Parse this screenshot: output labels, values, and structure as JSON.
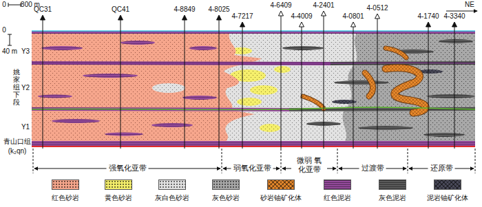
{
  "diagram": {
    "labels": [
      "0",
      "800 m",
      "0",
      "40 m",
      "QC31",
      "QC41",
      "4-8849",
      "4-8025",
      "4-7217",
      "4-6409",
      "4-4009",
      "4-2401",
      "4-0801",
      "4-0512",
      "4-1740",
      "4-3340",
      "NE",
      "Y3",
      "Y2",
      "Y1",
      "姚家组下段",
      "青山口组",
      "(k₂qn)",
      "强氧化亚带",
      "弱氧化亚带",
      "微弱 氧化亚带",
      "过渡带",
      "还原带"
    ],
    "legend": [
      {
        "text": "红色砂岩",
        "color": "#f6a68c"
      },
      {
        "text": "黄色砂岩",
        "color": "#f5ef6b"
      },
      {
        "text": "灰白色砂岩",
        "color": "#e2e2e2"
      },
      {
        "text": "灰色砂岩",
        "color": "#a8a8a8"
      },
      {
        "text": "砂岩铀矿化体",
        "color": "#e8892c"
      },
      {
        "text": "红色泥岩",
        "color": "#93499a"
      },
      {
        "text": "灰色泥岩",
        "color": "#5a5a5a"
      },
      {
        "text": "泥岩铀矿化体",
        "color": "#4a4a5a"
      }
    ]
  }
}
